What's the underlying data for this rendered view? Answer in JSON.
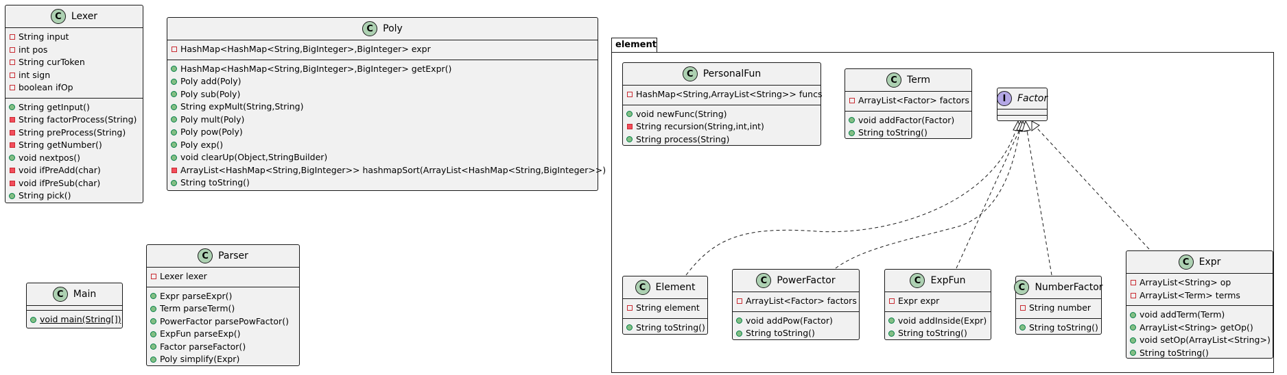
{
  "package": {
    "name": "element"
  },
  "classes": {
    "lexer": {
      "stereo": "C",
      "name": "Lexer",
      "fields": [
        {
          "vis": "private",
          "text": "String input"
        },
        {
          "vis": "private",
          "text": "int pos"
        },
        {
          "vis": "private",
          "text": "String curToken"
        },
        {
          "vis": "private",
          "text": "int sign"
        },
        {
          "vis": "private",
          "text": "boolean ifOp"
        }
      ],
      "methods": [
        {
          "vis": "public",
          "text": "String getInput()"
        },
        {
          "vis": "private",
          "text": "String factorProcess(String)"
        },
        {
          "vis": "private",
          "text": "String preProcess(String)"
        },
        {
          "vis": "private",
          "text": "String getNumber()"
        },
        {
          "vis": "public",
          "text": "void nextpos()"
        },
        {
          "vis": "private",
          "text": "void ifPreAdd(char)"
        },
        {
          "vis": "private",
          "text": "void ifPreSub(char)"
        },
        {
          "vis": "public",
          "text": "String pick()"
        }
      ]
    },
    "poly": {
      "stereo": "C",
      "name": "Poly",
      "fields": [
        {
          "vis": "private",
          "text": "HashMap<HashMap<String,BigInteger>,BigInteger> expr"
        }
      ],
      "methods": [
        {
          "vis": "public",
          "text": "HashMap<HashMap<String,BigInteger>,BigInteger> getExpr()"
        },
        {
          "vis": "public",
          "text": "Poly add(Poly)"
        },
        {
          "vis": "public",
          "text": "Poly sub(Poly)"
        },
        {
          "vis": "public",
          "text": "String expMult(String,String)"
        },
        {
          "vis": "public",
          "text": "Poly mult(Poly)"
        },
        {
          "vis": "public",
          "text": "Poly pow(Poly)"
        },
        {
          "vis": "public",
          "text": "Poly exp()"
        },
        {
          "vis": "public",
          "text": "void clearUp(Object,StringBuilder)"
        },
        {
          "vis": "private",
          "text": "ArrayList<HashMap<String,BigInteger>> hashmapSort(ArrayList<HashMap<String,BigInteger>>)"
        },
        {
          "vis": "public",
          "text": "String toString()"
        }
      ]
    },
    "main": {
      "stereo": "C",
      "name": "Main",
      "fields": [],
      "methods": [
        {
          "vis": "public",
          "text": "void main(String[])",
          "static": true
        }
      ]
    },
    "parser": {
      "stereo": "C",
      "name": "Parser",
      "fields": [
        {
          "vis": "private",
          "text": "Lexer lexer"
        }
      ],
      "methods": [
        {
          "vis": "public",
          "text": "Expr parseExpr()"
        },
        {
          "vis": "public",
          "text": "Term parseTerm()"
        },
        {
          "vis": "public",
          "text": "PowerFactor parsePowFactor()"
        },
        {
          "vis": "public",
          "text": "ExpFun parseExp()"
        },
        {
          "vis": "public",
          "text": "Factor parseFactor()"
        },
        {
          "vis": "public",
          "text": "Poly simplify(Expr)"
        }
      ]
    },
    "personalfun": {
      "stereo": "C",
      "name": "PersonalFun",
      "fields": [
        {
          "vis": "private",
          "text": "HashMap<String,ArrayList<String>> funcs"
        }
      ],
      "methods": [
        {
          "vis": "public",
          "text": "void newFunc(String)"
        },
        {
          "vis": "private",
          "text": "String recursion(String,int,int)"
        },
        {
          "vis": "public",
          "text": "String process(String)"
        }
      ]
    },
    "term": {
      "stereo": "C",
      "name": "Term",
      "fields": [
        {
          "vis": "private",
          "text": "ArrayList<Factor> factors"
        }
      ],
      "methods": [
        {
          "vis": "public",
          "text": "void addFactor(Factor)"
        },
        {
          "vis": "public",
          "text": "String toString()"
        }
      ]
    },
    "factor": {
      "stereo": "I",
      "name": "Factor",
      "fields": [],
      "methods": []
    },
    "element": {
      "stereo": "C",
      "name": "Element",
      "fields": [
        {
          "vis": "private",
          "text": "String element"
        }
      ],
      "methods": [
        {
          "vis": "public",
          "text": "String toString()"
        }
      ]
    },
    "powerfactor": {
      "stereo": "C",
      "name": "PowerFactor",
      "fields": [
        {
          "vis": "private",
          "text": "ArrayList<Factor> factors"
        }
      ],
      "methods": [
        {
          "vis": "public",
          "text": "void addPow(Factor)"
        },
        {
          "vis": "public",
          "text": "String toString()"
        }
      ]
    },
    "expfun": {
      "stereo": "C",
      "name": "ExpFun",
      "fields": [
        {
          "vis": "private",
          "text": "Expr expr"
        }
      ],
      "methods": [
        {
          "vis": "public",
          "text": "void addInside(Expr)"
        },
        {
          "vis": "public",
          "text": "String toString()"
        }
      ]
    },
    "numberfactor": {
      "stereo": "C",
      "name": "NumberFactor",
      "fields": [
        {
          "vis": "private",
          "text": "String number"
        }
      ],
      "methods": [
        {
          "vis": "public",
          "text": "String toString()"
        }
      ]
    },
    "expr": {
      "stereo": "C",
      "name": "Expr",
      "fields": [
        {
          "vis": "private",
          "text": "ArrayList<String> op"
        },
        {
          "vis": "private",
          "text": "ArrayList<Term> terms"
        }
      ],
      "methods": [
        {
          "vis": "public",
          "text": "void addTerm(Term)"
        },
        {
          "vis": "public",
          "text": "ArrayList<String> getOp()"
        },
        {
          "vis": "public",
          "text": "void setOp(ArrayList<String>)"
        },
        {
          "vis": "public",
          "text": "String toString()"
        }
      ]
    }
  },
  "relations": [
    {
      "from": "element",
      "to": "factor",
      "type": "realization"
    },
    {
      "from": "powerfactor",
      "to": "factor",
      "type": "realization"
    },
    {
      "from": "expfun",
      "to": "factor",
      "type": "realization"
    },
    {
      "from": "numberfactor",
      "to": "factor",
      "type": "realization"
    },
    {
      "from": "expr",
      "to": "factor",
      "type": "realization"
    }
  ]
}
